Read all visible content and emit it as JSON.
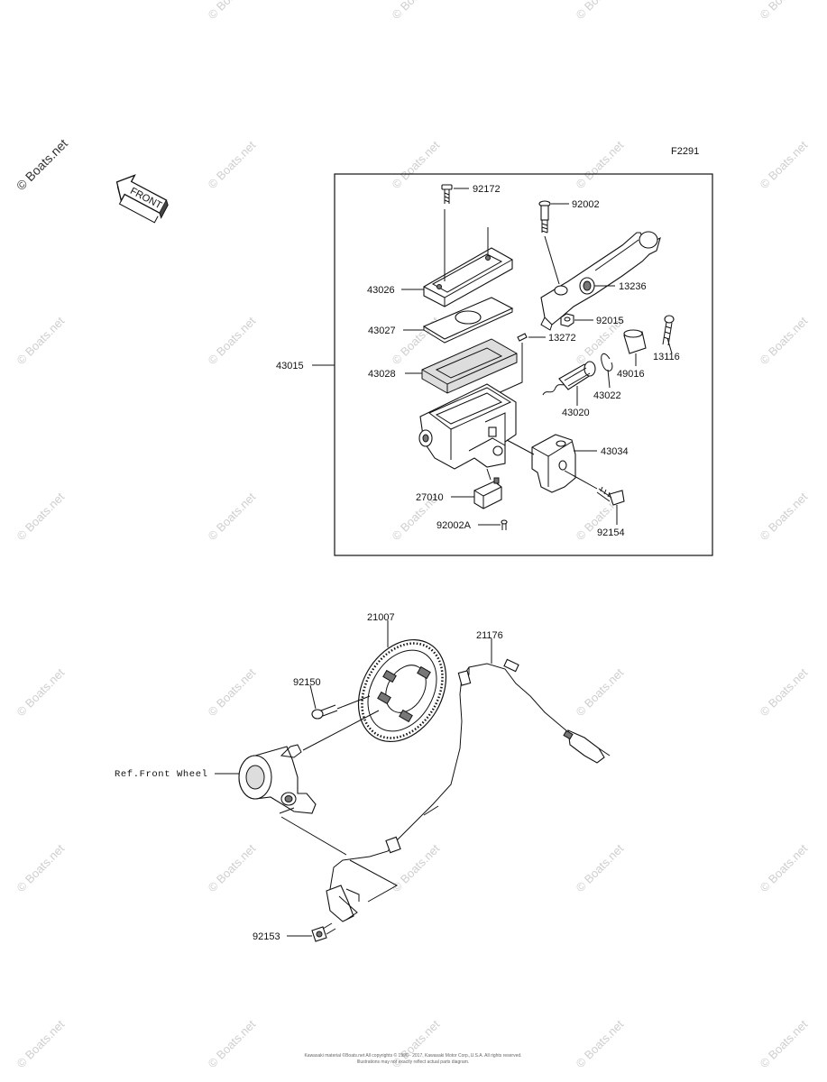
{
  "diagram": {
    "figure_code": "F2291",
    "watermark_text": "© Boats.net",
    "front_arrow_text": "FRONT",
    "footer_line1": "Kawasaki material ©Boats.net All copyrights © 1996 - 2017, Kawasaki Motor Corp.,U.S.A. All rights reserved.",
    "footer_line2": "Illustrations may not exactly reflect actual parts diagram.",
    "assembly_label": "43015",
    "parts_top": [
      {
        "id": "92172",
        "label": "92172"
      },
      {
        "id": "92002",
        "label": "92002"
      },
      {
        "id": "43026",
        "label": "43026"
      },
      {
        "id": "13236",
        "label": "13236"
      },
      {
        "id": "43027",
        "label": "43027"
      },
      {
        "id": "92015",
        "label": "92015"
      },
      {
        "id": "13116",
        "label": "13116"
      },
      {
        "id": "13272",
        "label": "13272"
      },
      {
        "id": "43028",
        "label": "43028"
      },
      {
        "id": "49016",
        "label": "49016"
      },
      {
        "id": "43022",
        "label": "43022"
      },
      {
        "id": "43020",
        "label": "43020"
      },
      {
        "id": "43034",
        "label": "43034"
      },
      {
        "id": "27010",
        "label": "27010"
      },
      {
        "id": "92002A",
        "label": "92002A"
      },
      {
        "id": "92154",
        "label": "92154"
      }
    ],
    "parts_bottom": [
      {
        "id": "21007",
        "label": "21007"
      },
      {
        "id": "21176",
        "label": "21176"
      },
      {
        "id": "92150",
        "label": "92150"
      },
      {
        "id": "ref-front-wheel",
        "label": "Ref.Front Wheel"
      },
      {
        "id": "92153",
        "label": "92153"
      }
    ]
  }
}
